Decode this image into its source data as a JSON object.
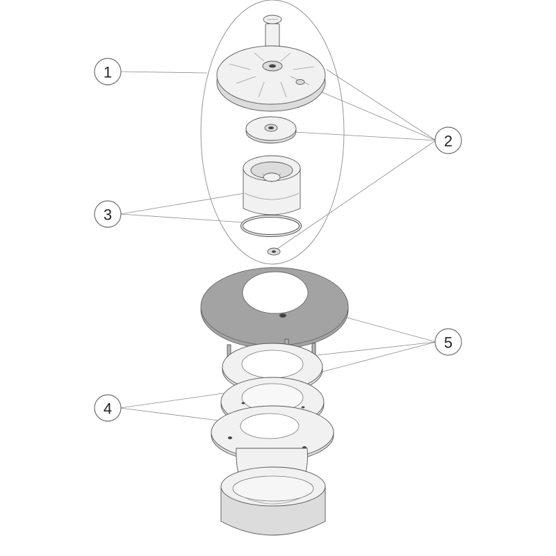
{
  "callouts": [
    {
      "id": "c1",
      "label": "1"
    },
    {
      "id": "c2",
      "label": "2"
    },
    {
      "id": "c3",
      "label": "3"
    },
    {
      "id": "c4",
      "label": "4"
    },
    {
      "id": "c5",
      "label": "5"
    }
  ],
  "colors": {
    "background": "#ffffff",
    "outline": "#555555",
    "part_light": "#f1f1f1",
    "trim_ring": "#a3a3a3"
  }
}
